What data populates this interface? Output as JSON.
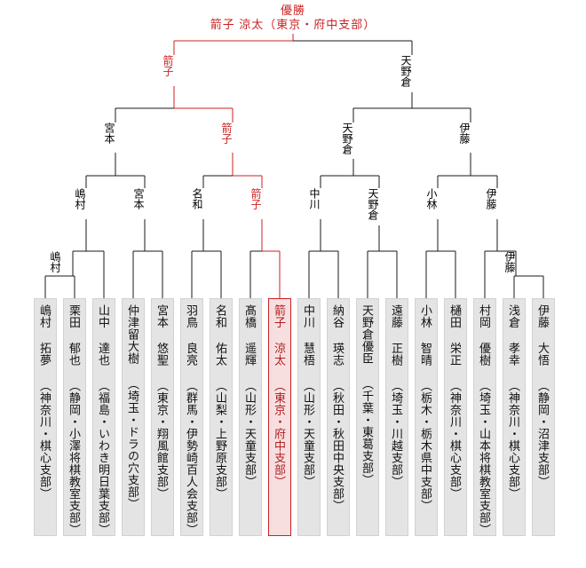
{
  "meta": {
    "accent_win_color": "#cc2222",
    "card_bg": "#e4e4e4",
    "card_border": "#d2d2d2",
    "champ_card_bg": "#f7dfe0",
    "line_color": "#1a1a1a"
  },
  "champion": {
    "title": "優勝",
    "name": "箭子 涼太（東京・府中支部）"
  },
  "rounds": {
    "final": [
      {
        "label": "箭子",
        "winner": true
      },
      {
        "label": "天野倉",
        "winner": false
      }
    ],
    "semifinal": [
      {
        "label": "宮本",
        "winner": false
      },
      {
        "label": "箭子",
        "winner": true
      },
      {
        "label": "天野倉",
        "winner": false
      },
      {
        "label": "伊藤",
        "winner": false
      }
    ],
    "quarterfinal": [
      {
        "label": "嶋村",
        "winner": false
      },
      {
        "label": "宮本",
        "winner": false
      },
      {
        "label": "名和",
        "winner": false
      },
      {
        "label": "箭子",
        "winner": true
      },
      {
        "label": "中川",
        "winner": false
      },
      {
        "label": "天野倉",
        "winner": false
      },
      {
        "label": "小林",
        "winner": false
      },
      {
        "label": "伊藤",
        "winner": false
      }
    ],
    "preliminary": [
      {
        "label": "嶋村",
        "winner": false
      },
      {
        "label": "伊藤",
        "winner": false
      }
    ]
  },
  "players": [
    {
      "name": "嶋村 拓夢",
      "affiliation": "（神奈川・棋心支部）",
      "champion": false
    },
    {
      "name": "栗田 郁也",
      "affiliation": "（静岡・小澤将棋教室支部）",
      "champion": false
    },
    {
      "name": "山中 達也",
      "affiliation": "（福島・いわき明日葉支部）",
      "champion": false
    },
    {
      "name": "仲津留大樹",
      "affiliation": "（埼玉・ドラの穴支部）",
      "champion": false
    },
    {
      "name": "宮本 悠聖",
      "affiliation": "（東京・翔風館支部）",
      "champion": false
    },
    {
      "name": "羽鳥 良亮",
      "affiliation": "（群馬・伊勢崎百人会支部）",
      "champion": false
    },
    {
      "name": "名和 佑太",
      "affiliation": "（山梨・上野原支部）",
      "champion": false
    },
    {
      "name": "髙橋 遥輝",
      "affiliation": "（山形・天童支部）",
      "champion": false
    },
    {
      "name": "箭子 涼太",
      "affiliation": "（東京・府中支部）",
      "champion": true
    },
    {
      "name": "中川 慧梧",
      "affiliation": "（山形・天童支部）",
      "champion": false
    },
    {
      "name": "納谷 瑛志",
      "affiliation": "（秋田・秋田中央支部）",
      "champion": false
    },
    {
      "name": "天野倉優臣",
      "affiliation": "（千葉・東葛支部）",
      "champion": false
    },
    {
      "name": "遠藤 正樹",
      "affiliation": "（埼玉・川越支部）",
      "champion": false
    },
    {
      "name": "小林 智晴",
      "affiliation": "（栃木・栃木県中支部）",
      "champion": false
    },
    {
      "name": "樋田 栄正",
      "affiliation": "（神奈川・棋心支部）",
      "champion": false
    },
    {
      "name": "村岡 優樹",
      "affiliation": "（埼玉・山本将棋教室支部）",
      "champion": false
    },
    {
      "name": "浅倉 孝幸",
      "affiliation": "（神奈川・棋心支部）",
      "champion": false
    },
    {
      "name": "伊藤 大悟",
      "affiliation": "（静岡・沼津支部）",
      "champion": false
    }
  ]
}
